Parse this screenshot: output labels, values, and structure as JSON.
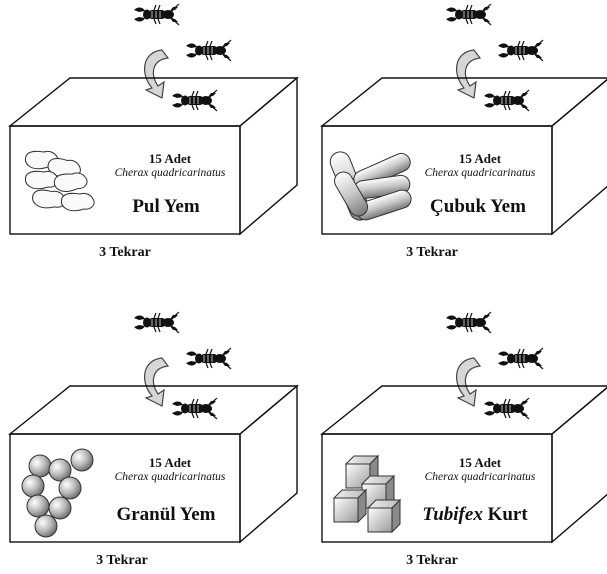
{
  "panels": [
    {
      "count_label": "15 Adet",
      "species": "Cherax quadricarinatus",
      "feed_prefix": "",
      "feed_label": "Pul Yem",
      "feed_icon": "flakes-icon",
      "replicates": "3 Tekrar"
    },
    {
      "count_label": "15 Adet",
      "species": "Cherax quadricarinatus",
      "feed_prefix": "",
      "feed_label": "Çubuk Yem",
      "feed_icon": "sticks-icon",
      "replicates": "3 Tekrar"
    },
    {
      "count_label": "15 Adet",
      "species": "Cherax quadricarinatus",
      "feed_prefix": "",
      "feed_label": "Granül Yem",
      "feed_icon": "granules-icon",
      "replicates": "3 Tekrar"
    },
    {
      "count_label": "15 Adet",
      "species": "Cherax quadricarinatus",
      "feed_prefix": "Tubifex",
      "feed_label": " Kurt",
      "feed_icon": "cubes-icon",
      "replicates": "3 Tekrar"
    }
  ]
}
